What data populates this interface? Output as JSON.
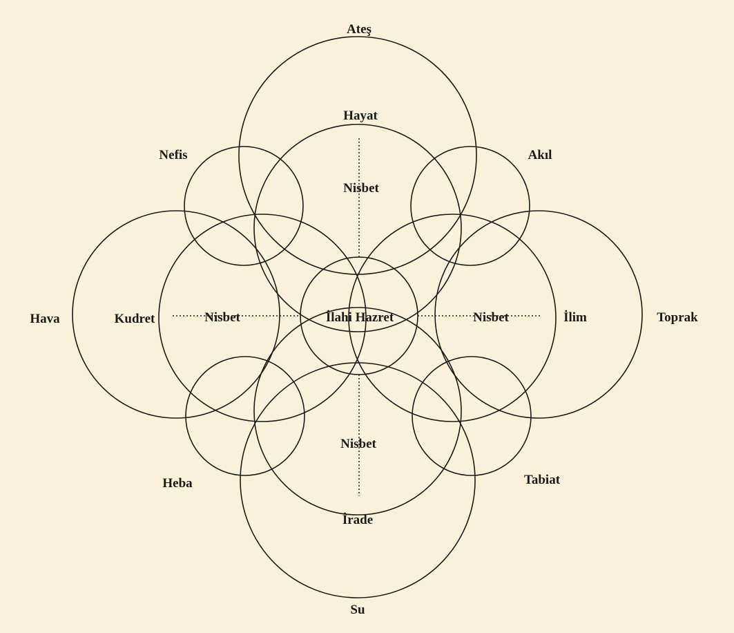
{
  "labels": {
    "ates": "Ateş",
    "su": "Su",
    "hava": "Hava",
    "toprak": "Toprak",
    "hayat": "Hayat",
    "irade": "İrade",
    "kudret": "Kudret",
    "ilim": "İlim",
    "nefis": "Nefis",
    "akil": "Akıl",
    "heba": "Heba",
    "tabiat": "Tabiat",
    "nisbet_top": "Nisbet",
    "nisbet_bottom": "Nisbet",
    "nisbet_left": "Nisbet",
    "nisbet_right": "Nisbet",
    "center": "İlahi Hazret"
  }
}
